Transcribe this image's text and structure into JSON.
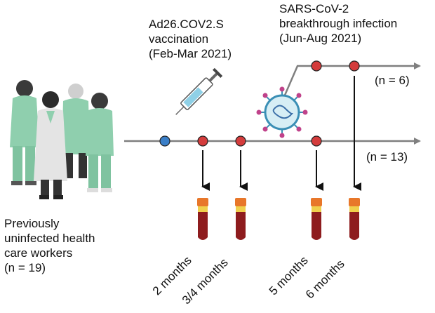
{
  "labels": {
    "vaccine_name": "Ad26.COV2.S",
    "vaccine_action": "vaccination",
    "vaccine_period": "(Feb-Mar 2021)",
    "virus_name": "SARS-CoV-2",
    "virus_event": "breakthrough infection",
    "virus_period": "(Jun-Aug 2021)",
    "n_breakthrough": "(n = 6)",
    "n_main": "(n = 13)",
    "cohort_line1": "Previously",
    "cohort_line2": "uninfected health",
    "cohort_line3": "care workers",
    "cohort_line4": "(n = 19)"
  },
  "timepoints": [
    "2 months",
    "3/4 months",
    "5 months",
    "6 months"
  ],
  "colors": {
    "timeline": "#7f7f7f",
    "vaccination_dot": "#3a7fc8",
    "sample_dot": "#d43c3c",
    "tube_blood": "#8e1c1e",
    "tube_cap": "#e8772a",
    "tube_band": "#f0cf4c",
    "scrubs": "#8fcfae",
    "coat": "#e4e4e4",
    "skin_dark": "#3a3a3a",
    "virus": "#3b8fb5",
    "virus_spike": "#c0428a"
  },
  "icons": [
    "health-workers-group",
    "syringe-icon",
    "virus-icon",
    "blood-tube-icon"
  ]
}
